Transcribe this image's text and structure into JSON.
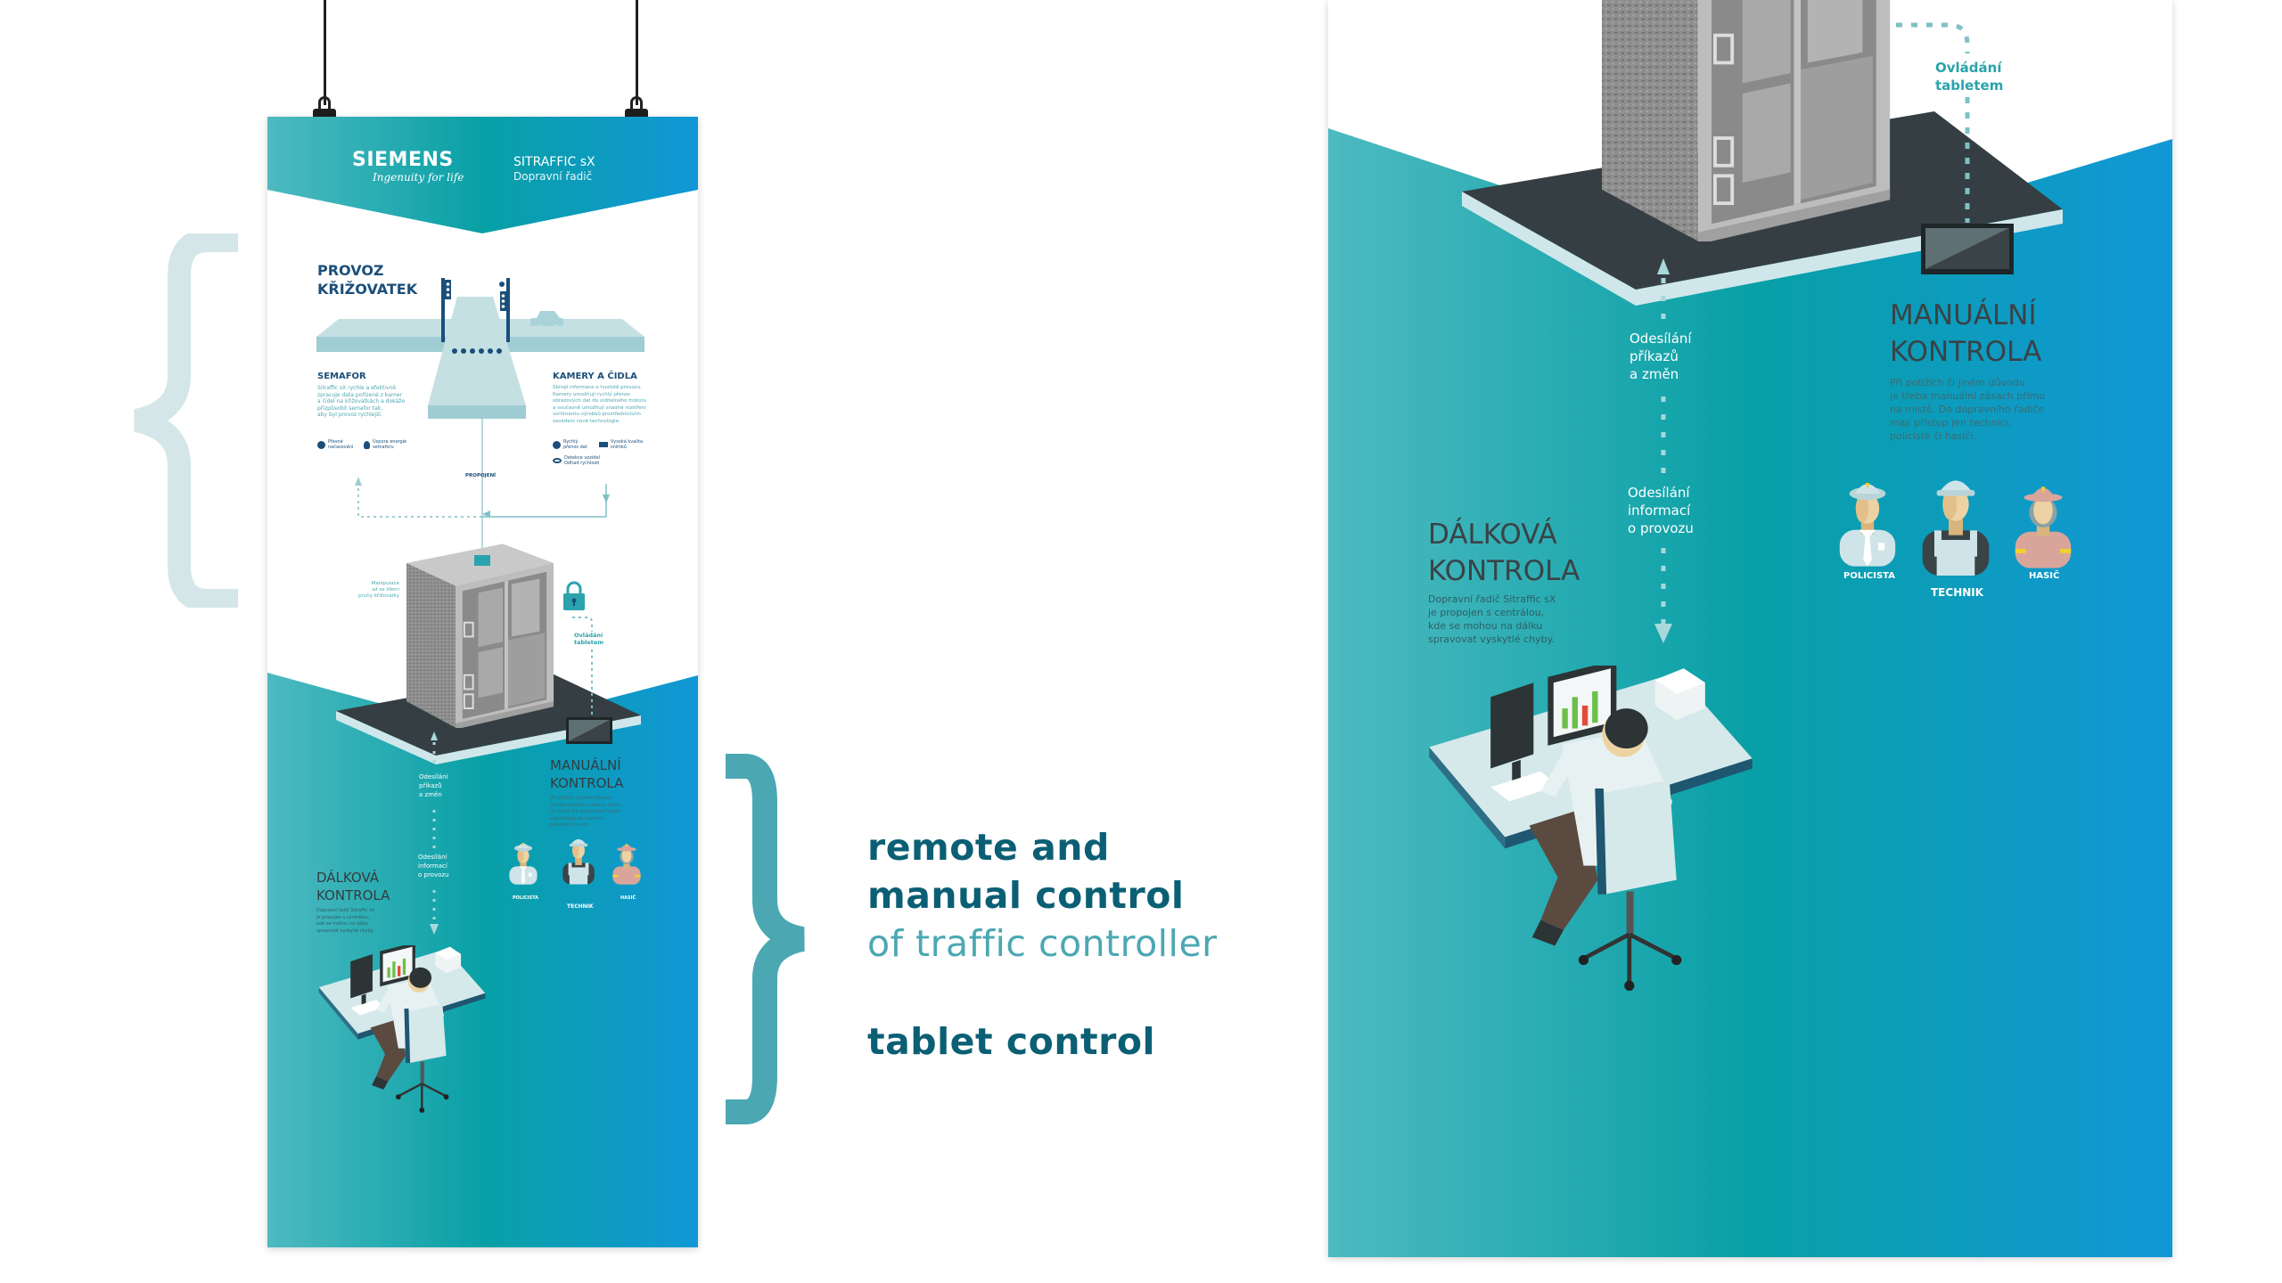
{
  "colors": {
    "teal_dark": "#0b5f74",
    "teal_light": "#4ba8b2",
    "brace_light": "#d4e6e8",
    "poster_grad_left": "#4dbac0",
    "poster_grad_mid": "#08a0a6",
    "poster_grad_right": "#1197d6",
    "navy": "#1b4f7a",
    "charcoal": "#353f43"
  },
  "caption": {
    "line1": "remote and",
    "line2": "manual control",
    "line3": "of traffic controller",
    "line4": "tablet control"
  },
  "small_poster": {
    "brand": "SIEMENS",
    "tagline": "Ingenuity for life",
    "product": "SITRAFFIC sX",
    "product_sub": "Dopravní řadič",
    "section_title": "PROVOZ\nKŘIŽOVATEK",
    "semafor": {
      "title": "SEMAFOR",
      "body": "Sitraffic sX rychle a efektivně\nzpracuje data pořízené z kamer\na čidel na křižovatkách a dokáže\npřizpůsobit semafor tak,\naby byl provoz rychlejší.",
      "features": [
        {
          "icon": "stopwatch-icon",
          "label": "Přesné\nnačasování"
        },
        {
          "icon": "lightbulb-icon",
          "label": "Úspora energie\nsemaforu"
        }
      ]
    },
    "kamery": {
      "title": "KAMERY A ČIDLA",
      "body": "Sbírají informace o hustotě provozu.\nKamery umožňují rychlý přenos\nobrazových dat do viditelného motoru\na současně umožňují snadné rozšíření\nsortimentu výrobků prostřednictvím\nzavedení nové technologie.",
      "features": [
        {
          "icon": "stopwatch-icon",
          "label": "Rychlý\npřenos dat"
        },
        {
          "icon": "camera-icon",
          "label": "Vysoká kvalita\nsnímků"
        },
        {
          "icon": "eye-icon",
          "label": "Detekce vozidel\nOdhad rychlosti"
        }
      ]
    },
    "connection_label": "PROPOJENÍ",
    "manipulation_note": "Manipulace\naž se třemi\npruhy křižovatky",
    "tablet_label": "Ovládání\ntabletem",
    "commands_label": "Odesílání\npříkazů\na změn",
    "info_label": "Odesílání\ninformací\no provozu",
    "manual": {
      "title": "MANUÁLNÍ\nKONTROLA",
      "body": "Při potížích či jiném důvodu\nje třeba  manuální zásach přímo\nna místě. Do dopravního řadiče\nmají přístup jen technici,\npolicisté či hasiči."
    },
    "remote": {
      "title": "DÁLKOVÁ\nKONTROLA",
      "body": "Dopravní řadič Sitraffic sX\nje propojen s centrálou,\nkde se mohou na dálku\nspravovat vyskytlé chyby."
    },
    "figures": [
      "POLICISTA",
      "TECHNIK",
      "HASIČ"
    ]
  },
  "large_poster": {
    "tablet_label": "Ovládání\ntabletem",
    "commands_label": "Odesílání\npříkazů\na změn",
    "info_label": "Odesílání\ninformací\no provozu",
    "manual": {
      "title": "MANUÁLNÍ\nKONTROLA",
      "body": "Při potížích či jiném důvodu\nje třeba  manuální zásach přímo\nna místě. Do dopravního řadiče\nmají přístup jen technici,\npolicisté či hasiči."
    },
    "remote": {
      "title": "DÁLKOVÁ\nKONTROLA",
      "body": "Dopravní řadič Sitraffic sX\nje propojen s centrálou,\nkde se mohou na dálku\nspravovat vyskytlé chyby."
    },
    "figures": [
      "POLICISTA",
      "TECHNIK",
      "HASIČ"
    ]
  }
}
